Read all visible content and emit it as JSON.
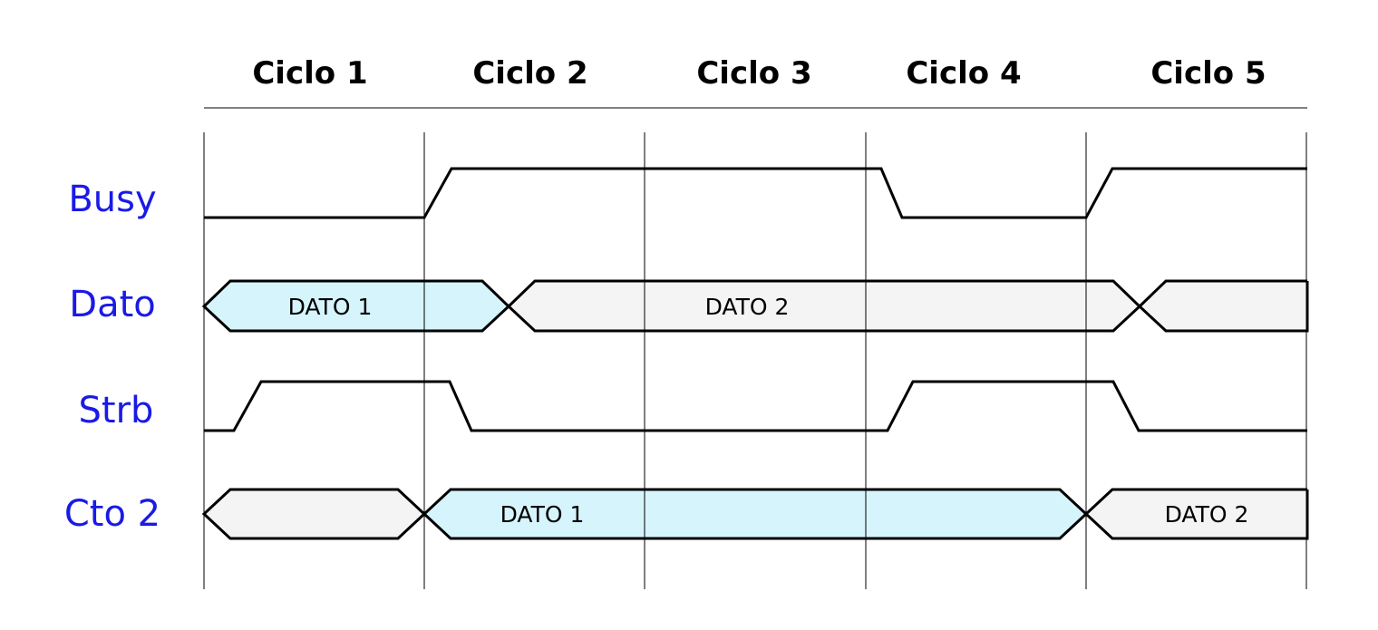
{
  "colors": {
    "signal_label": "#1a1ae6",
    "bus_highlight": "#d6f4fb",
    "bus_plain": "#f4f4f4",
    "line": "#000000"
  },
  "cycles": [
    "Ciclo 1",
    "Ciclo 2",
    "Ciclo 3",
    "Ciclo 4",
    "Ciclo 5"
  ],
  "signals": {
    "busy": "Busy",
    "dato": "Dato",
    "strb": "Strb",
    "cto2": "Cto 2"
  },
  "bus_dato": [
    {
      "label": "DATO 1"
    },
    {
      "label": "DATO 2"
    },
    {
      "label": ""
    }
  ],
  "bus_cto2": [
    {
      "label": ""
    },
    {
      "label": "DATO 1"
    },
    {
      "label": "DATO 2"
    }
  ]
}
